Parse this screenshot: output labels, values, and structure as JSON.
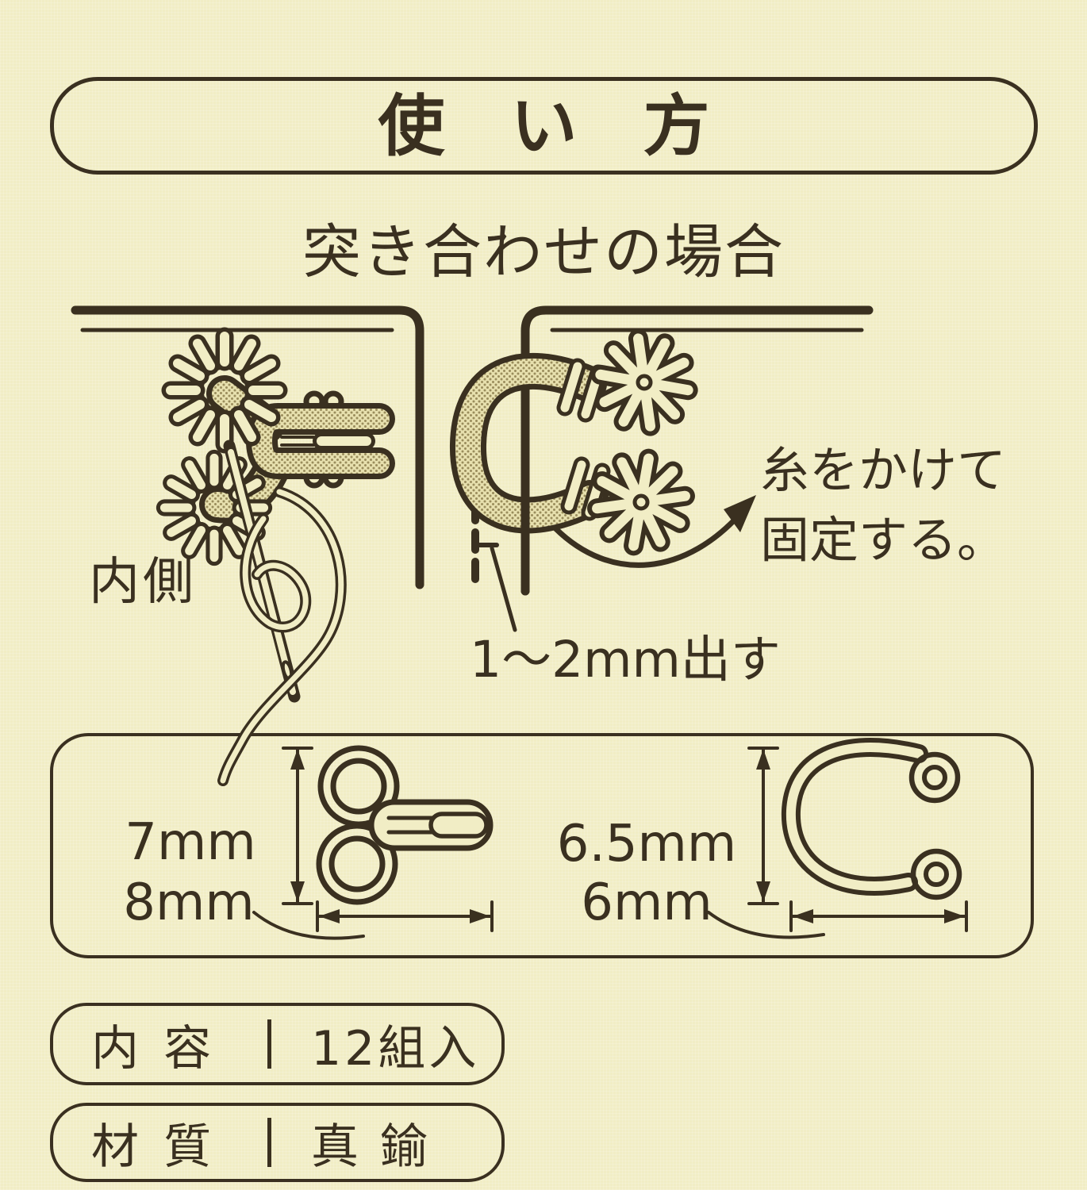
{
  "colors": {
    "bg": "#f1edc5",
    "ink": "#3a3020",
    "ht-base": "#e7e0ae",
    "ht-dot": "#9a8d5c"
  },
  "title": {
    "text": "使 い 方"
  },
  "subtitle": {
    "text": "突き合わせの場合"
  },
  "diagram": {
    "inside_label": "内側",
    "thread_note_line1": "糸をかけて",
    "thread_note_line2": "固定する。",
    "protrude_note": "1〜2mm出す"
  },
  "spec": {
    "hook": {
      "height_label": "7mm",
      "width_label": "8mm"
    },
    "eye": {
      "height_label": "6.5mm",
      "width_label": "6mm"
    }
  },
  "info": {
    "contents": {
      "label": "内 容",
      "value": "12組入"
    },
    "material": {
      "label": "材 質",
      "value": "真 鍮"
    }
  }
}
